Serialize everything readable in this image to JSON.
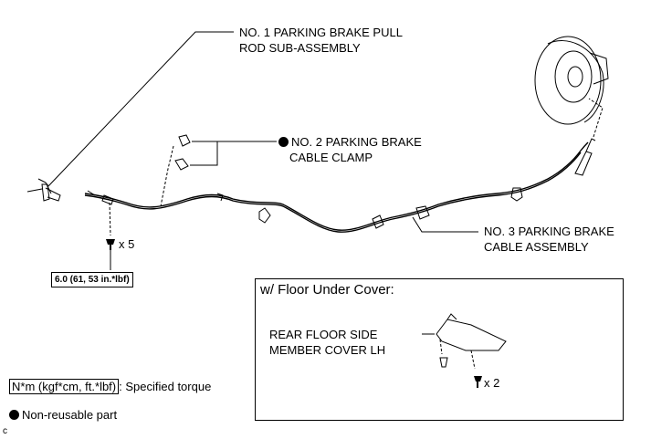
{
  "labels": {
    "pull_rod": [
      "NO. 1 PARKING BRAKE PULL",
      "ROD SUB-ASSEMBLY"
    ],
    "clamp": [
      "NO. 2 PARKING BRAKE",
      "CABLE CLAMP"
    ],
    "cable_assy": [
      "NO. 3 PARKING BRAKE",
      "CABLE ASSEMBLY"
    ],
    "bolt_qty_main": "x 5",
    "torque_value": "6.0 (61, 53 in.*lbf)"
  },
  "inset": {
    "title": "w/ Floor Under Cover:",
    "part_label": [
      "REAR FLOOR SIDE",
      "MEMBER COVER LH"
    ],
    "bolt_qty": "x 2"
  },
  "legend": {
    "torque_unit": "N*m (kgf*cm, ft.*lbf)",
    "torque_text": ": Specified torque",
    "non_reusable": "Non-reusable part"
  },
  "corner_code": "c"
}
